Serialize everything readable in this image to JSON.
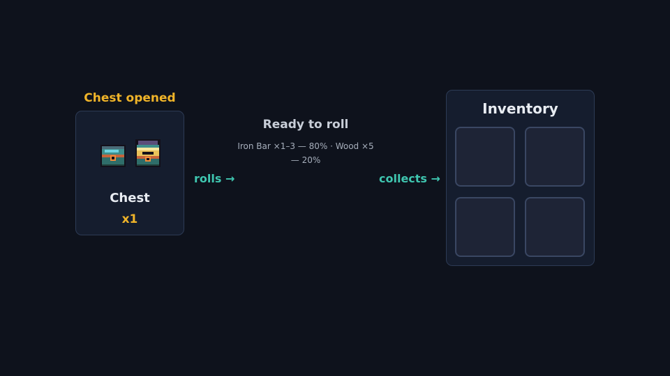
{
  "chest": {
    "header": "Chest opened",
    "name": "Chest",
    "quantity": "x1",
    "sprites": [
      "closed-chest-icon",
      "open-chest-icon"
    ]
  },
  "flow": {
    "rolls_label": "rolls →",
    "collects_label": "collects →"
  },
  "roll": {
    "title": "Ready to roll",
    "description": "Iron Bar ×1–3 — 80% · Wood ×5 — 20%"
  },
  "inventory": {
    "title": "Inventory",
    "slots": [
      "",
      "",
      "",
      ""
    ]
  },
  "colors": {
    "background": "#0e121c",
    "panel": "#151d2e",
    "accent_gold": "#f0b429",
    "accent_teal": "#3fc6b0"
  }
}
